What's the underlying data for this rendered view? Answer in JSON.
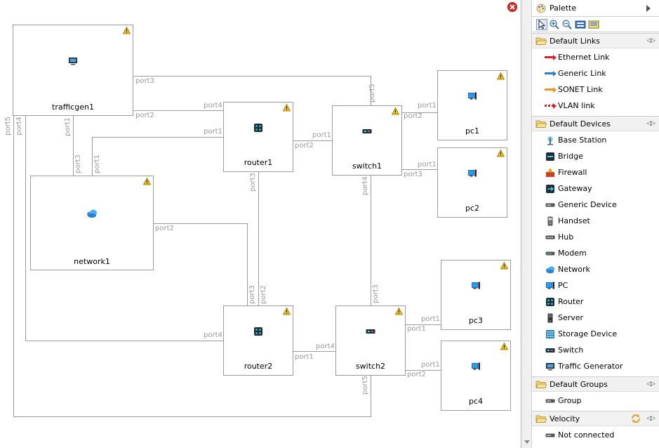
{
  "diagram": {
    "nodes": [
      {
        "id": "trafficgen1",
        "label": "trafficgen1",
        "icon": "traffic-generator-icon"
      },
      {
        "id": "router1",
        "label": "router1",
        "icon": "router-icon"
      },
      {
        "id": "switch1",
        "label": "switch1",
        "icon": "switch-icon"
      },
      {
        "id": "pc1",
        "label": "pc1",
        "icon": "pc-icon"
      },
      {
        "id": "pc2",
        "label": "pc2",
        "icon": "pc-icon"
      },
      {
        "id": "network1",
        "label": "network1",
        "icon": "network-icon"
      },
      {
        "id": "router2",
        "label": "router2",
        "icon": "router-icon"
      },
      {
        "id": "switch2",
        "label": "switch2",
        "icon": "switch-icon"
      },
      {
        "id": "pc3",
        "label": "pc3",
        "icon": "pc-icon"
      },
      {
        "id": "pc4",
        "label": "pc4",
        "icon": "pc-icon"
      }
    ],
    "ports": {
      "trafficgen1_switch1": "port3",
      "switch1_trafficgen1": "port5",
      "trafficgen1_router1_a": "port2",
      "router1_trafficgen1_a": "port4",
      "trafficgen1_network1_a": "port1",
      "network1_trafficgen1_a": "port3",
      "router1_network1": "port1",
      "network1_router1": "port1",
      "trafficgen1_router2": "port4",
      "router2_trafficgen1": "port4",
      "trafficgen1_switch2": "port5",
      "switch2_trafficgen1": "port5",
      "router1_switch1": "port2",
      "switch1_router1": "port1",
      "router1_router2": "port3",
      "router2_router1": "port2",
      "network1_router2": "port2",
      "router2_network1": "port3",
      "switch1_pc1": "port2",
      "pc1_switch1": "port1",
      "switch1_pc2": "port3",
      "pc2_switch1": "port1",
      "switch1_switch2": "port4",
      "switch2_switch1": "port3",
      "router2_switch2": "port1",
      "switch2_router2": "port4",
      "switch2_pc3": "port1",
      "pc3_switch2": "port1",
      "switch2_pc4": "port2",
      "pc4_switch2": "port1"
    }
  },
  "palette": {
    "title": "Palette",
    "tools": [
      "select-tool-icon",
      "zoom-in-icon",
      "zoom-out-icon",
      "marquee-tool-icon",
      "label-tool-icon"
    ],
    "drawers": {
      "links": {
        "title": "Default Links",
        "items": [
          {
            "label": "Ethernet Link",
            "color": "#e02020"
          },
          {
            "label": "Generic Link",
            "color": "#2c7fc4"
          },
          {
            "label": "SONET Link",
            "color": "#f0941e"
          },
          {
            "label": "VLAN link",
            "color": "#e02020"
          }
        ]
      },
      "devices": {
        "title": "Default Devices",
        "items": [
          {
            "label": "Base Station",
            "icon": "base-station-icon"
          },
          {
            "label": "Bridge",
            "icon": "bridge-icon"
          },
          {
            "label": "Firewall",
            "icon": "firewall-icon"
          },
          {
            "label": "Gateway",
            "icon": "gateway-icon"
          },
          {
            "label": "Generic Device",
            "icon": "generic-device-icon"
          },
          {
            "label": "Handset",
            "icon": "handset-icon"
          },
          {
            "label": "Hub",
            "icon": "hub-icon"
          },
          {
            "label": "Modem",
            "icon": "modem-icon"
          },
          {
            "label": "Network",
            "icon": "network-icon"
          },
          {
            "label": "PC",
            "icon": "pc-icon"
          },
          {
            "label": "Router",
            "icon": "router-icon"
          },
          {
            "label": "Server",
            "icon": "server-icon"
          },
          {
            "label": "Storage Device",
            "icon": "storage-device-icon"
          },
          {
            "label": "Switch",
            "icon": "switch-icon"
          },
          {
            "label": "Traffic Generator",
            "icon": "traffic-generator-icon"
          }
        ]
      },
      "groups": {
        "title": "Default Groups",
        "items": [
          {
            "label": "Group",
            "icon": "group-icon"
          }
        ]
      },
      "velocity": {
        "title": "Velocity",
        "items": [
          {
            "label": "Not connected",
            "icon": "connection-status-icon"
          }
        ]
      }
    }
  },
  "colors": {
    "wire": "#9a9a9a",
    "port_label": "#9a9a9a",
    "warning": "#f5c200",
    "link_ethernet": "#e02020",
    "link_generic": "#2c7fc4",
    "link_sonet": "#f0941e"
  }
}
